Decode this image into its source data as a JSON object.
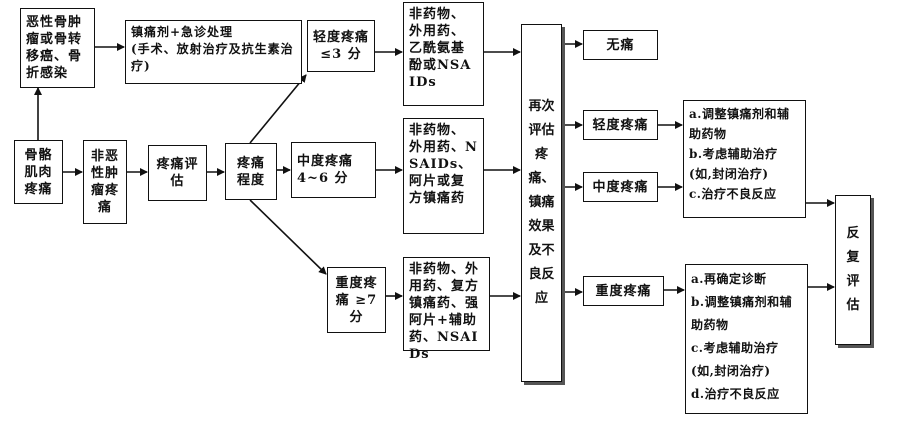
{
  "nodes": {
    "malignant": "恶性骨肿瘤或骨转移癌、骨折感染",
    "sedative": "镇痛剂+急诊处理\n(手术、放射治疗及抗生素治疗)",
    "musculoskeletal": "骨骼肌肉疼痛",
    "nonmalignant": "非恶性肿瘤疼痛",
    "assessment": "疼痛评估",
    "degree": "疼痛程度",
    "mild": "轻度疼痛\n≤3 分",
    "moderate": "中度疼痛\n4~6 分",
    "severe": "重度疼痛 ≥7分",
    "drug_mild": "非药物、外用药、乙酰氨基酚或NSAIDs",
    "drug_moderate": "非药物、外用药、NSAIDs、阿片或复方镇痛药",
    "drug_severe": "非药物、外用药、复方镇痛药、强阿片+辅助药、NSAIDs",
    "reassess": "再次评估疼痛、镇痛效果及不良反应",
    "no_pain": "无痛",
    "mild_out": "轻度疼痛",
    "moderate_out": "中度疼痛",
    "severe_out": "重度疼痛",
    "treat_mild_mod": "a.调整镇痛剂和辅助药物\nb.考虑辅助治疗\n(如,封闭治疗)\nc.治疗不良反应",
    "treat_severe": "a.再确定诊断\nb.调整镇痛剂和辅助药物\nc.考虑辅助治疗\n(如,封闭治疗)\nd.治疗不良反应",
    "repeat": "反复评估"
  }
}
